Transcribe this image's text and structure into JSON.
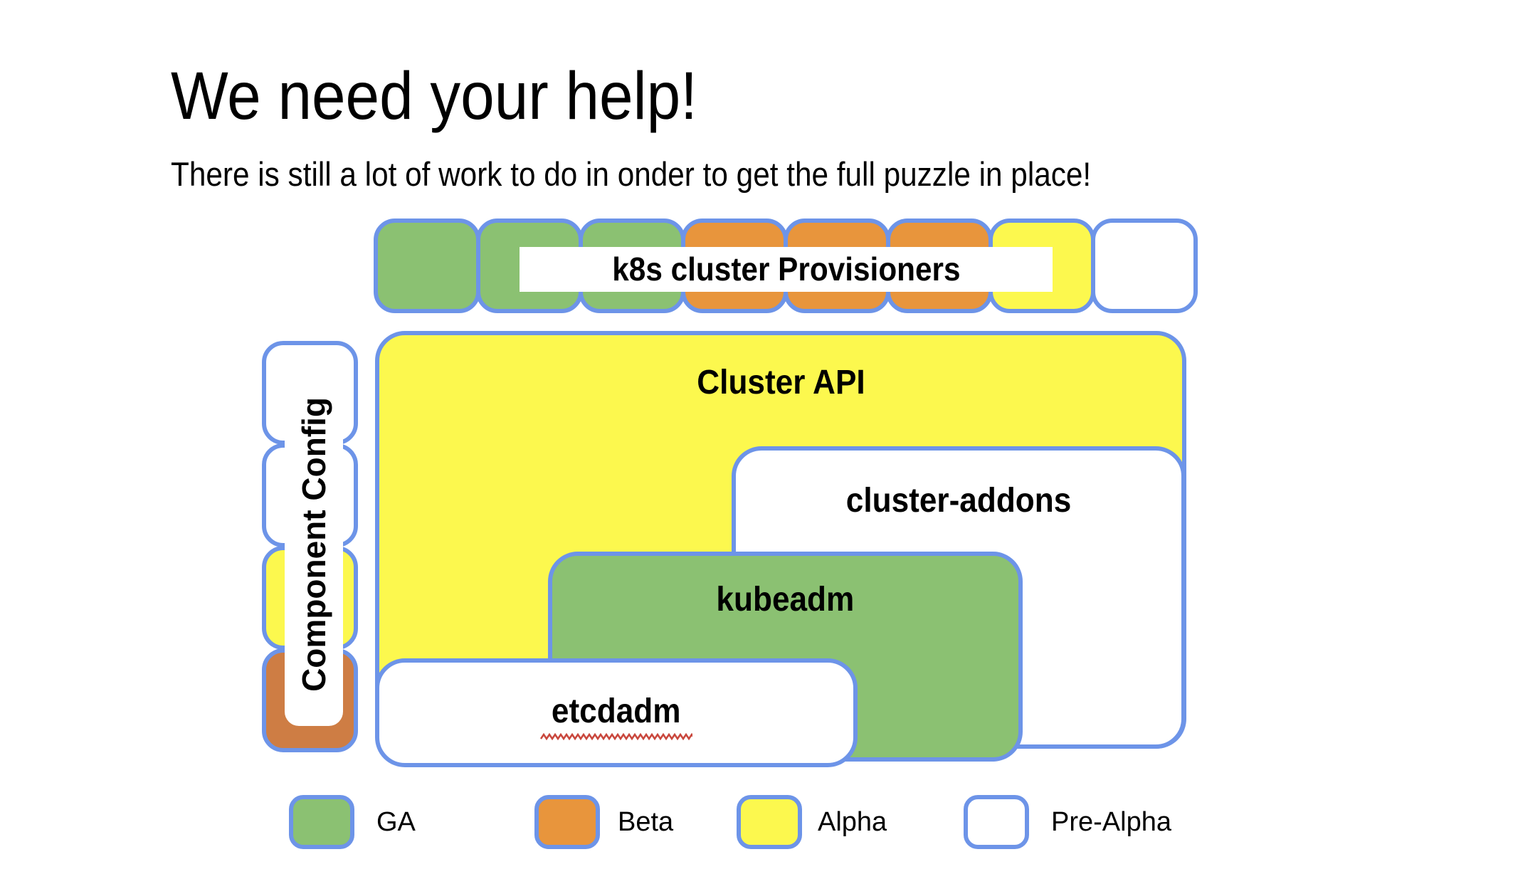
{
  "slide": {
    "title": "We need your help!",
    "subtitle": "There is still a lot of work to do in onder to get the full puzzle in place!"
  },
  "diagram": {
    "provisioners": {
      "label": "k8s cluster Provisioners",
      "squares": [
        "ga",
        "ga",
        "ga",
        "beta",
        "beta",
        "beta",
        "alpha",
        "pre_alpha"
      ]
    },
    "component_config": {
      "label": "Component Config",
      "squares": [
        "pre_alpha",
        "pre_alpha",
        "alpha",
        "beta_dark"
      ]
    },
    "cluster_api": {
      "label": "Cluster API",
      "status": "alpha"
    },
    "cluster_addons": {
      "label": "cluster-addons",
      "status": "pre_alpha"
    },
    "kubeadm": {
      "label": "kubeadm",
      "status": "ga"
    },
    "etcdadm": {
      "label": "etcdadm",
      "status": "pre_alpha",
      "spellcheck_underline": true
    }
  },
  "legend": {
    "items": [
      {
        "label": "GA",
        "status": "ga"
      },
      {
        "label": "Beta",
        "status": "beta"
      },
      {
        "label": "Alpha",
        "status": "alpha"
      },
      {
        "label": "Pre-Alpha",
        "status": "pre_alpha"
      }
    ]
  },
  "colors": {
    "ga": "#8BC172",
    "beta": "#E8953C",
    "beta_dark": "#CE7D44",
    "alpha": "#FCF84E",
    "pre_alpha": "#FFFFFF",
    "border": "#6D94E8",
    "squiggle": "#C9473D"
  }
}
